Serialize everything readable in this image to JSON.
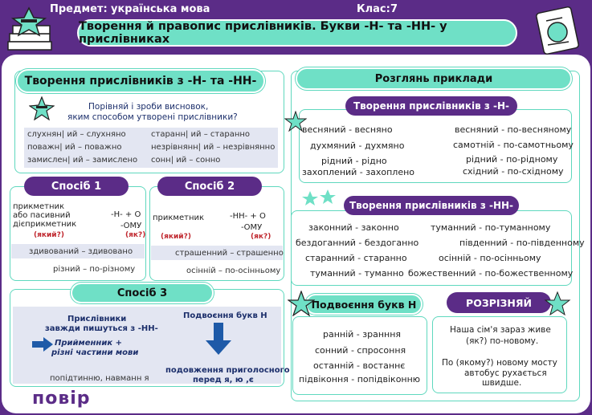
{
  "header": {
    "subject_label": "Предмет:",
    "subject_value": "українська мова",
    "class_label": "Клас:",
    "class_value": "7"
  },
  "title": "Творення й правопис прислівників. Букви -Н- та -НН- у прислівниках",
  "left": {
    "section_title": "Творення прислівників з -Н- та -НН-",
    "task_line1": "Порівняй і зроби висновок,",
    "task_line2": "яким способом утворені прислівники?",
    "pairs_left": [
      "слухнян| ий – слухняно",
      "поважн| ий – поважно",
      "замислен| ий – замислено"
    ],
    "pairs_right": [
      "старанн| ий – старанно",
      "незрівнянн| ий – незрівнянно",
      "сонн| ий – сонно"
    ],
    "method1": {
      "label": "Спосіб 1",
      "line1": "прикметник",
      "line2": "або пасивний",
      "line3": "дієприкметник",
      "q1": "(який?)",
      "suffix": "-Н- + О",
      "suffix2": "-ОМУ",
      "q2": "(як?)",
      "ex1": "здивований – здивовано",
      "ex2": "різний – по-різному"
    },
    "method2": {
      "label": "Спосіб 2",
      "line1": "прикметник",
      "q1": "(який?)",
      "suffix": "-НН- + О",
      "suffix2": "-ОМУ",
      "q2": "(як?)",
      "ex1": "страшенний – страшенно",
      "ex2": "осінній – по-осінньому"
    },
    "method3": {
      "label": "Спосіб 3",
      "left_title1": "Прислівники",
      "left_title2": "завжди пишуться з -НН-",
      "left_item1": "Прийменник +",
      "left_item2": "різні частини мови",
      "left_ex": "попідтинню, навманн я",
      "right_title": "Подвоєння букв Н",
      "right_item1": "подовження приголосного",
      "right_item2": "перед я, ю ,є"
    },
    "logo": "повір"
  },
  "right": {
    "section_title": "Розглянь приклади",
    "n_title": "Творення прислівників з -Н-",
    "n_left": [
      "весняний - весняно",
      "духмяний - духмяно",
      "рідний - рідно",
      "захоплений - захоплено"
    ],
    "n_right": [
      "весняний - по-весняному",
      "самотній - по-самотньому",
      "рідний - по-рідному",
      "східний - по-східному"
    ],
    "nn_title": "Творення прислівників з -НН-",
    "nn_left": [
      "законний - законно",
      "бездоганний - бездоганно",
      "старанний - старанно",
      "туманний - туманно"
    ],
    "nn_right": [
      "туманний - по-туманному",
      "південний - по-південному",
      "осінній - по-осінньому",
      "божественний - по-божественному"
    ],
    "double_title": "Подвоєння букв Н",
    "double_items": [
      "ранній - зранння",
      "сонний - спросоння",
      "останній - востаннє",
      "підвіконня - попідвіконню"
    ],
    "distinguish_title": "РОЗРІЗНЯЙ",
    "distinguish_p1a": "Наша сім'я зараз живе",
    "distinguish_p1b": "(як?) по-новому.",
    "distinguish_p2a": "По (якому?) новому мосту",
    "distinguish_p2b": "автобус рухається",
    "distinguish_p2c": "швидше."
  },
  "colors": {
    "purple": "#5b2c87",
    "mint": "#6fe0c6",
    "band": "#e3e6f2"
  }
}
